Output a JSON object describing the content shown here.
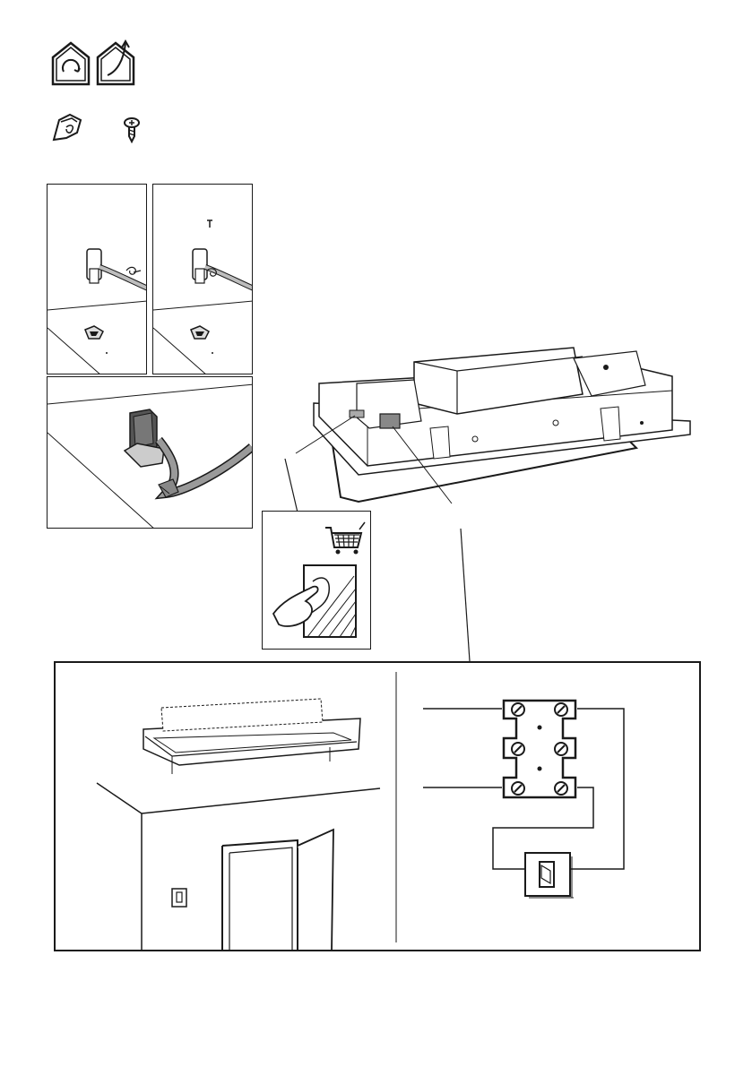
{
  "page": {
    "icons": {
      "top_row": [
        "house-rotate-icon",
        "house-vent-out-icon"
      ],
      "second_row": [
        "wall-anchor-clip-icon",
        "screw-icon"
      ]
    },
    "step_panels": [
      "cable-clip-step-1",
      "cable-clip-step-2",
      "cable-clip-detail"
    ],
    "callout": {
      "icons": [
        "shopping-cart-icon",
        "peel-film-icon"
      ]
    },
    "wiring": {
      "terminal_block_screws": 6,
      "components": [
        "terminal-block",
        "wall-switch"
      ]
    },
    "colors": {
      "line": "#1a1a1a",
      "cable_fill": "#bdbdbd",
      "panel_fill": "#ffffff",
      "shade": "#9a9a9a"
    }
  }
}
